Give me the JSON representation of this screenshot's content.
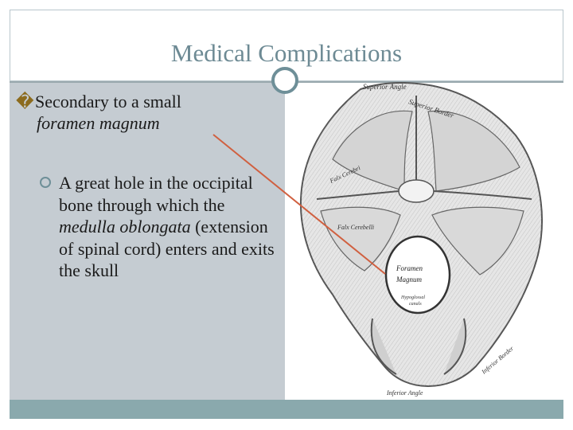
{
  "slide": {
    "title": "Medical Complications",
    "bullet1": {
      "glyph": "�",
      "text": "Secondary to a small",
      "emphasis": "foramen magnum"
    },
    "bullet2": {
      "text_before": "A great hole in the occipital bone through which the ",
      "emphasis": "medulla oblongata",
      "text_after": " (extension of spinal cord) enters and exits the skull"
    }
  },
  "figure": {
    "labels": {
      "superior_angle": "Superior Angle",
      "superior_border": "Superior Border",
      "falx_cerebri_upper": "Falx Cerebri",
      "falx_cerebelli": "Falx Cerebelli",
      "foramen": "Foramen",
      "magnum": "Magnum",
      "hypoglossal": "Hypoglossal",
      "canals": "canals",
      "inferior_angle": "Inferior Angle",
      "inferior_border": "Inferior Border"
    }
  },
  "colors": {
    "title": "#6d8a94",
    "accent": "#6e8f98",
    "panel": "#c5ccd2",
    "footer": "#8aa9ad",
    "pointer_line": "#d06040"
  }
}
